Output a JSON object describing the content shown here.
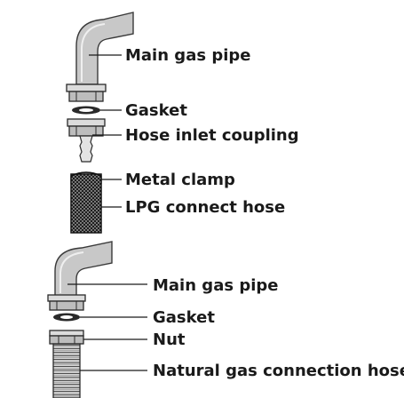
{
  "diagram_top": {
    "labels": {
      "main_gas_pipe": "Main gas pipe",
      "gasket": "Gasket",
      "hose_inlet_coupling": "Hose inlet coupling",
      "metal_clamp": "Metal clamp",
      "lpg_connect_hose": "LPG connect hose"
    }
  },
  "diagram_bottom": {
    "labels": {
      "main_gas_pipe": "Main gas pipe",
      "gasket": "Gasket",
      "nut": "Nut",
      "natural_gas_connection_hose": "Natural gas connection hose"
    }
  }
}
